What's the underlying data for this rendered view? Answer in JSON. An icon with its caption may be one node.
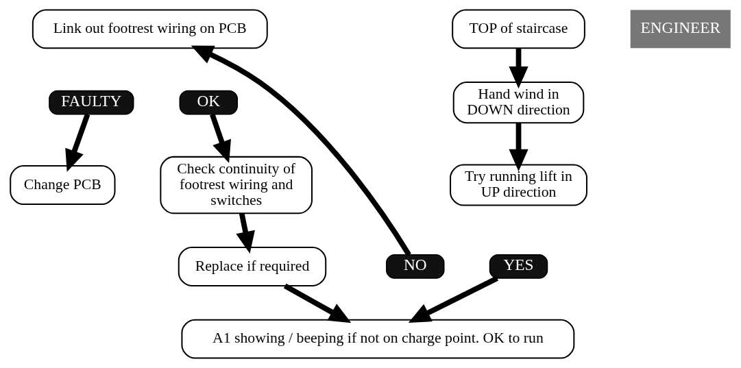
{
  "diagram": {
    "nodes": [
      {
        "text": [
          "Link out footrest wiring on PCB"
        ]
      },
      {
        "text": [
          "FAULTY"
        ]
      },
      {
        "text": [
          "OK"
        ]
      },
      {
        "text": [
          "Change PCB"
        ]
      },
      {
        "text": [
          "Check continuity of footrest wiring and switches"
        ]
      },
      {
        "text": [
          "Replace if required"
        ]
      },
      {
        "text": [
          "TOP of staircase"
        ]
      },
      {
        "text": [
          "Hand wind in DOWN direction"
        ]
      },
      {
        "text": [
          "Try running lift in UP direction"
        ]
      },
      {
        "text": [
          "NO"
        ]
      },
      {
        "text": [
          "YES"
        ]
      },
      {
        "text": [
          "A1 showing / beeping if not on charge point. OK to run"
        ]
      }
    ],
    "edges": [
      {
        "from": 1,
        "to": 3,
        "arrow": "to"
      },
      {
        "from": 2,
        "to": 4,
        "arrow": "to"
      },
      {
        "from": 4,
        "to": 5,
        "arrow": "to"
      },
      {
        "from": 5,
        "to": 11,
        "arrow": "to"
      },
      {
        "from": 6,
        "to": 7,
        "arrow": "to"
      },
      {
        "from": 7,
        "to": 8,
        "arrow": "to"
      },
      {
        "from": 9,
        "to": 0,
        "arrow": "to"
      },
      {
        "from": 10,
        "to": 11,
        "arrow": "to"
      }
    ],
    "labels": [
      "ENGINEER"
    ]
  }
}
